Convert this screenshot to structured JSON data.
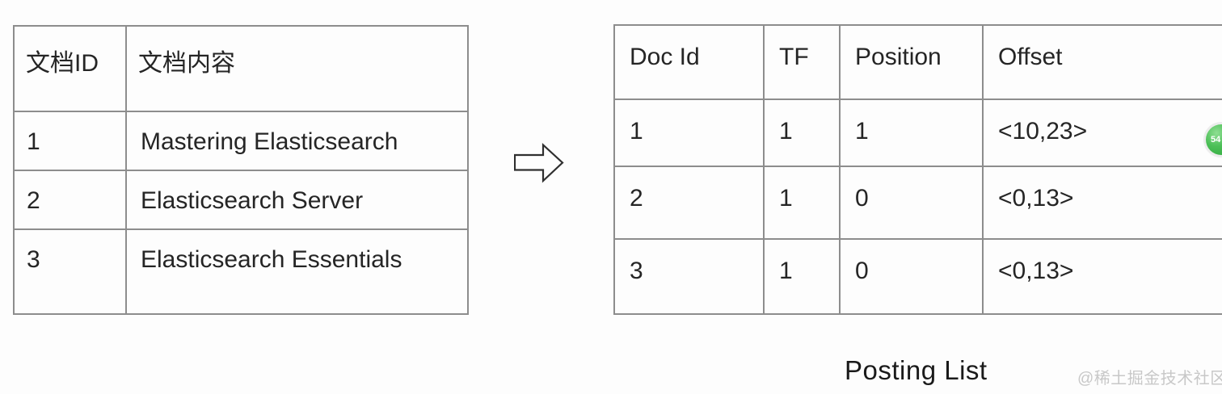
{
  "doc_table": {
    "headers": [
      "文档ID",
      "文档内容"
    ],
    "rows": [
      [
        "1",
        "Mastering Elasticsearch"
      ],
      [
        "2",
        "Elasticsearch Server"
      ],
      [
        "3",
        "Elasticsearch Essentials"
      ]
    ]
  },
  "posting_table": {
    "headers": [
      "Doc Id",
      "TF",
      "Position",
      "Offset"
    ],
    "rows": [
      [
        "1",
        "1",
        "1",
        "<10,23>"
      ],
      [
        "2",
        "1",
        "0",
        "<0,13>"
      ],
      [
        "3",
        "1",
        "0",
        "<0,13>"
      ]
    ]
  },
  "caption": "Posting List",
  "watermark": "@稀土掘金技术社区",
  "badge": {
    "count": "54"
  },
  "icons": {
    "arrow": "right-block-arrow-icon"
  },
  "colors": {
    "border": "#8d8d8d",
    "text": "#252525",
    "watermark": "#c8c8c8",
    "badge_green": "#2ea83c",
    "background": "#fdfdfd"
  }
}
